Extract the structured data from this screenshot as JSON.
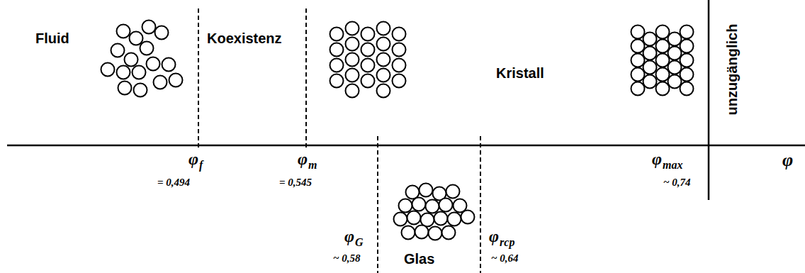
{
  "diagram": {
    "labels": [
      "Fluid",
      "Koexistenz",
      "Kristall",
      "unzugänglich",
      "Glas",
      "φ",
      "φ",
      "f",
      "= 0,494",
      "φ",
      "m",
      "= 0,545",
      "φ",
      "G",
      "~ 0,58",
      "φ",
      "rcp",
      "~ 0,64",
      "φ",
      "max",
      "~ 0,74"
    ]
  }
}
